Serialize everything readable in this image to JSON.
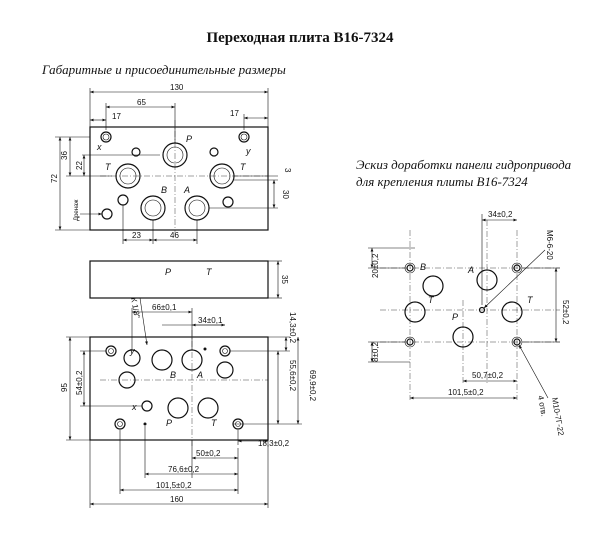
{
  "title": "Переходная плита В16-7324",
  "subtitle": "Габаритные и присоединительные размеры",
  "sketch_title_line1": "Эскиз доработки панели гидропривода",
  "sketch_title_line2": "для крепления плиты В16-7324",
  "top_view": {
    "dims": {
      "d130": "130",
      "d65": "65",
      "d17a": "17",
      "d17b": "17",
      "d36": "36",
      "d72": "72",
      "d22": "22",
      "d3": "3",
      "d30": "30",
      "d23": "23",
      "d46": "46"
    },
    "labels": {
      "P": "P",
      "T1": "T",
      "T2": "T",
      "B": "B",
      "A": "A",
      "x": "x",
      "y": "y",
      "drain": "Дренаж"
    }
  },
  "side_view": {
    "labels": {
      "P": "P",
      "T": "T",
      "d35": "35",
      "angle": "К 1/8\""
    }
  },
  "bottom_view": {
    "dims": {
      "d66": "66±0,1",
      "d34": "34±0,1",
      "d143": "14,3±0,2",
      "d95": "95",
      "d54": "54±0,2",
      "d556": "55,6±0,2",
      "d699": "69,9±0,2",
      "d183": "18,3±0,2",
      "d50": "50±0,2",
      "d766": "76,6±0,2",
      "d1015": "101,5±0,2",
      "d160": "160"
    },
    "labels": {
      "y": "y",
      "B": "B",
      "A": "A",
      "x": "x",
      "P": "P",
      "T": "T"
    }
  },
  "panel_sketch": {
    "dims": {
      "d34": "34±0,2",
      "m6": "М6-6-20",
      "d20": "20±0,2",
      "d52": "52±0,2",
      "d8": "8±0,2",
      "d507": "50,7±0,2",
      "d1015": "101,5±0,2",
      "m10": "М10-7Г-22",
      "qty": "4 отв."
    },
    "labels": {
      "B": "B",
      "A": "A",
      "T1": "T",
      "T2": "T",
      "P": "P"
    }
  }
}
